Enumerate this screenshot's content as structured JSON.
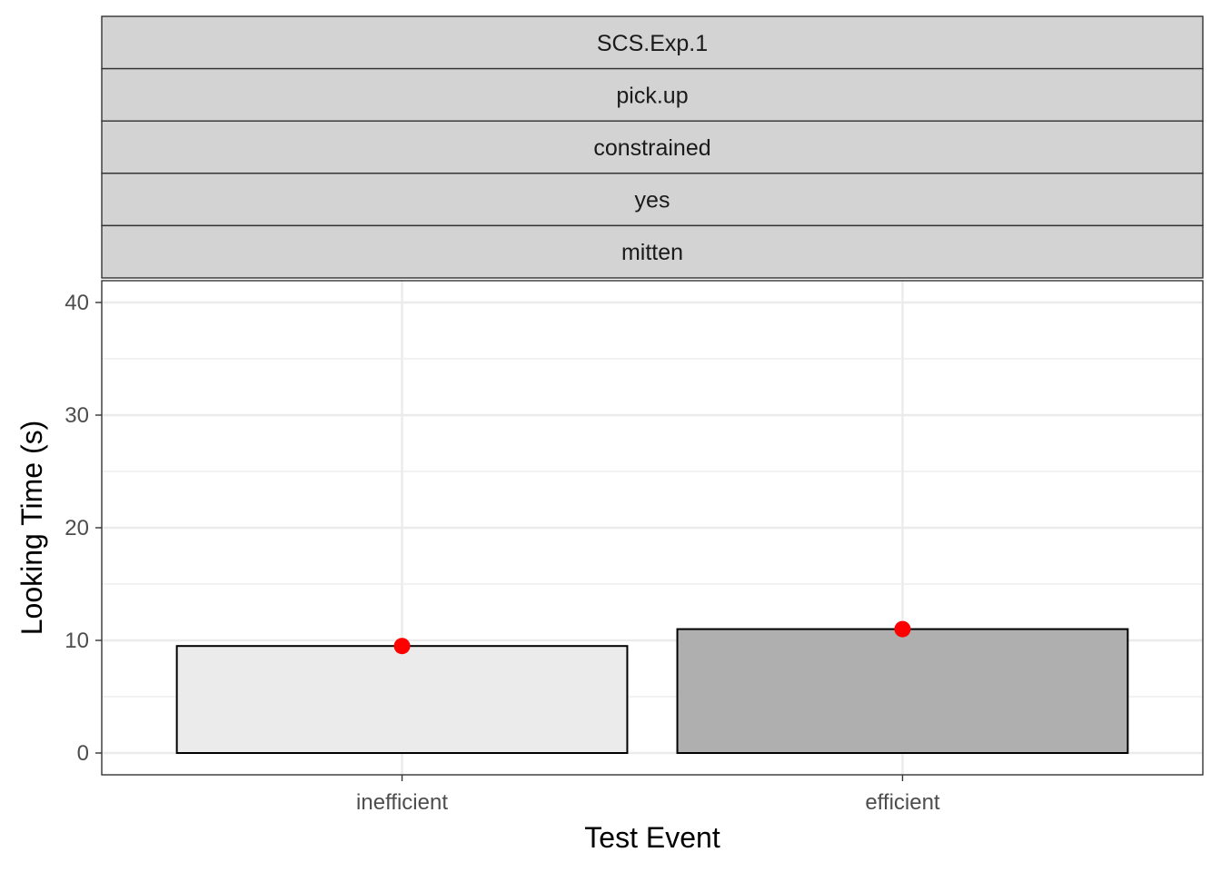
{
  "chart_data": {
    "type": "bar",
    "facet_strips": [
      "SCS.Exp.1",
      "pick.up",
      "constrained",
      "yes",
      "mitten"
    ],
    "categories": [
      "inefficient",
      "efficient"
    ],
    "values": [
      9.5,
      11.0
    ],
    "point_values": [
      9.5,
      11.0
    ],
    "bar_colors": [
      "#ebebeb",
      "#afafaf"
    ],
    "point_color": "#ff0000",
    "xlabel": "Test Event",
    "ylabel": "Looking Time (s)",
    "ylim": [
      0,
      42
    ],
    "yticks": [
      0,
      10,
      20,
      30,
      40
    ],
    "grid": true
  }
}
